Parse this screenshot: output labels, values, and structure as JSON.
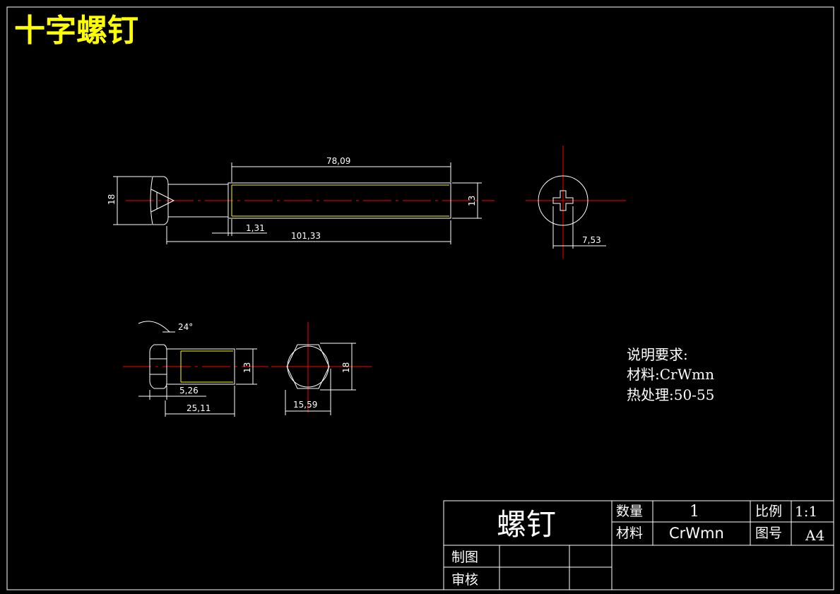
{
  "drawing_title": "十字螺钉",
  "dimensions": {
    "thread_length": "78,09",
    "total_length": "101,33",
    "head_step": "1,31",
    "head_height": "18",
    "shank_dia": "13",
    "slot_width": "7,53",
    "chamfer_angle": "24°",
    "hex_thread_length": "5,26",
    "hex_total_length": "25,11",
    "hex_shank_dia": "13",
    "hex_width": "15,59",
    "hex_height": "18"
  },
  "notes": {
    "heading": "说明要求:",
    "material_line": "材料:CrWmn",
    "heat_treatment_line": "热处理:50-55"
  },
  "title_block": {
    "part_name": "螺钉",
    "quantity_label": "数量",
    "quantity_value": "1",
    "scale_label": "比例",
    "scale_value": "1:1",
    "material_label": "材料",
    "material_value": "CrWmn",
    "drawing_no_label": "图号",
    "drawing_no_value": "A4",
    "drawn_by_label": "制图",
    "checked_by_label": "审核"
  },
  "colors": {
    "background": "#000000",
    "outline": "#ffffff",
    "centerline": "#ff0000",
    "thread": "#ffff00",
    "title": "#ffff00"
  }
}
